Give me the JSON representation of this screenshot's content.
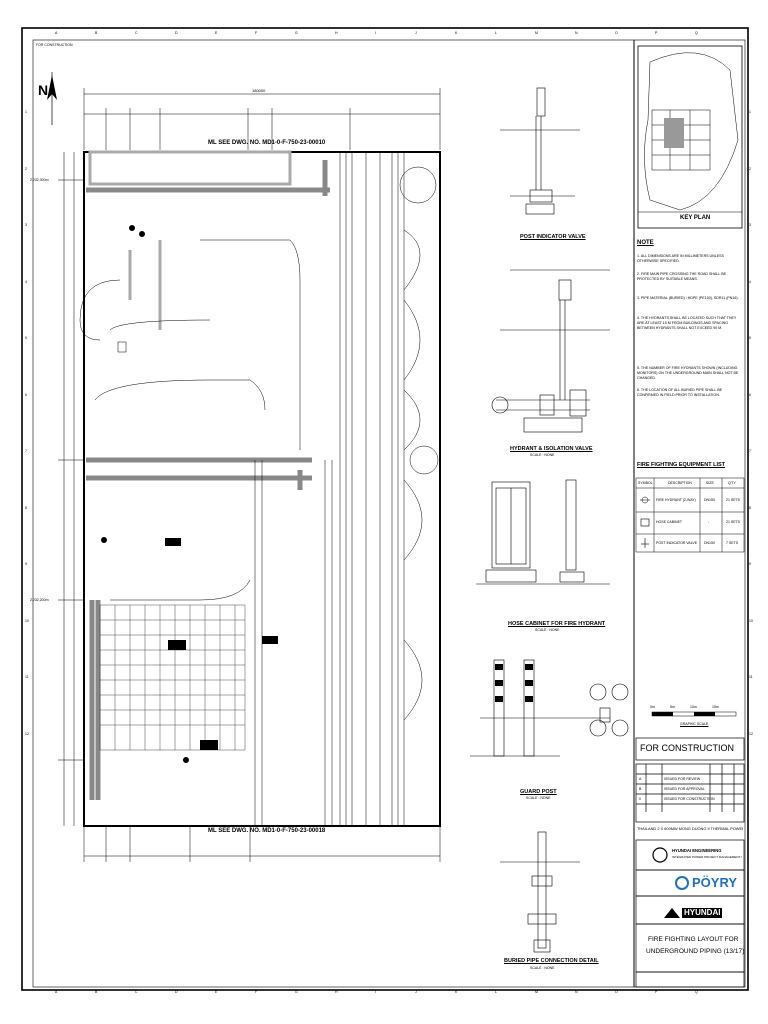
{
  "drawing": {
    "top_left_stamp": "FOR CONSTRUCTION",
    "grid_cols_top": [
      "A",
      "B",
      "C",
      "D",
      "E",
      "F",
      "G",
      "H",
      "I",
      "J",
      "K",
      "L",
      "M",
      "N",
      "O",
      "P",
      "Q"
    ],
    "grid_rows_left": [
      "1",
      "2",
      "3",
      "4",
      "5",
      "6",
      "7",
      "8",
      "9",
      "10",
      "11",
      "12"
    ],
    "match_line_top": "ML  SEE DWG. NO. MD1-0-F-750-23-00010",
    "match_line_bottom": "ML  SEE DWG. NO. MD1-0-F-750-23-00018",
    "coord_1": "2,232,300m",
    "coord_2": "2,232,200m",
    "dim_top_total": "180000"
  },
  "details": {
    "post_indicator_valve": "POST INDICATOR VALVE",
    "hydrant_isolation_valve": "HYDRANT & ISOLATION VALVE",
    "hose_cabinet": "HOSE CABINET FOR FIRE HYDRANT",
    "guard_post": "GUARD POST",
    "buried_pipe_connection": "BURIED PIPE CONNECTION DETAIL",
    "scale_none": "SCALE : NONE"
  },
  "key_plan": {
    "title": "KEY PLAN"
  },
  "notes": {
    "title": "NOTE",
    "items": [
      "1. ALL DIMENSIONS ARE IN MILLIMETERS UNLESS OTHERWISE SPECIFIED.",
      "2. FIRE MAIN PIPE CROSSING THE ROAD SHALL BE PROTECTED BY SUITABLE MEANS.",
      "3. PIPE MATERIAL (BURIED) : HDPE (PE100), SDR11 (PN16).",
      "4. THE HYDRANTS SHALL BE LOCATED SUCH THAT THEY ARE AT LEAST 15 M FROM BUILDINGS AND SPACING BETWEEN HYDRANTS SHALL NOT EXCEED 90 M.",
      "5. THE NUMBER OF FIRE HYDRANTS SHOWN (INCLUDING MONITORS) ON THE UNDERGROUND MAIN SHALL NOT BE CHANGED.",
      "6. THE LOCATION OF ALL BURIED PIPE SHALL BE CONFIRMED IN FIELD PRIOR TO INSTALLATION."
    ]
  },
  "equipment_list": {
    "title": "FIRE FIGHTING EQUIPMENT LIST",
    "headers": [
      "SYMBOL",
      "DESCRIPTION",
      "SIZE",
      "Q'TY"
    ],
    "rows": [
      [
        "",
        "FIRE HYDRANT (2-WAY)",
        "DN150",
        "21 SETS"
      ],
      [
        "",
        "HOSE CABINET",
        "-",
        "21 SETS"
      ],
      [
        "",
        "POST INDICATOR VALVE",
        "DN150",
        "7 SETS"
      ]
    ]
  },
  "scale_bar": {
    "label": "GRAPHIC SCALE",
    "ticks": [
      "0m",
      "5m",
      "10m",
      "15m"
    ]
  },
  "status": "FOR CONSTRUCTION",
  "revisions": [
    [
      "0",
      "ISSUED FOR CONSTRUCTION"
    ],
    [
      "B",
      "ISSUED FOR APPROVAL"
    ],
    [
      "A",
      "ISSUED FOR REVIEW"
    ]
  ],
  "project": "THAILAND 2 X 600MW MONG DUONG II THERMAL POWER PLANT",
  "owner": {
    "name": "HYUNDAI ENGINEERING",
    "sub": "INTEGRATED POWER PROJECT MANAGEMENT CONSORTIUM"
  },
  "consultant": "PÖYRY",
  "contractor": "HYUNDAI",
  "title_block": {
    "title_line1": "FIRE FIGHTING LAYOUT FOR",
    "title_line2": "UNDERGROUND PIPING (13/17)"
  },
  "colors": {
    "line": "#000000",
    "gray": "#8a8a8a",
    "paper": "#ffffff",
    "poyry_blue": "#1f6fc4"
  }
}
